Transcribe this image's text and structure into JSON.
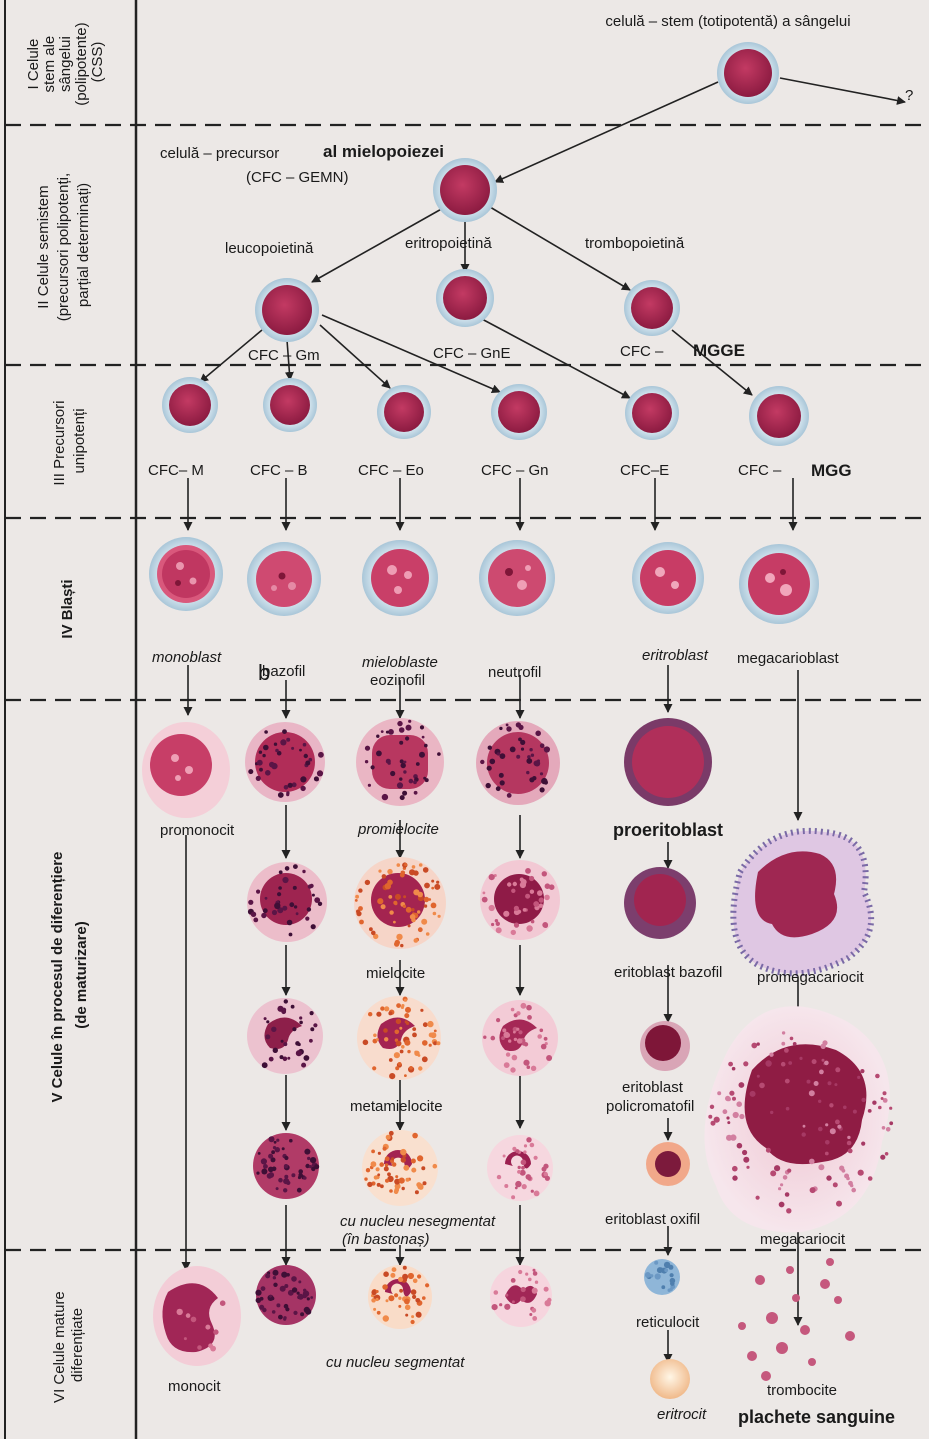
{
  "sections": [
    {
      "id": "I",
      "lines": [
        "I Celule",
        "stem ale",
        "sângelui",
        "(polipotente)",
        "(CSS)"
      ]
    },
    {
      "id": "II",
      "lines": [
        "II Celule semistem",
        "(precursori polipotenți,",
        "parțial determinați)"
      ]
    },
    {
      "id": "III",
      "lines": [
        "III Precursori",
        "unipotenți"
      ]
    },
    {
      "id": "IV",
      "lines": [
        "IV Blaști"
      ]
    },
    {
      "id": "V",
      "lines": [
        "V Celule în procesul de diferențiere",
        "(de maturizare)"
      ]
    },
    {
      "id": "VI",
      "lines": [
        "VI Celule mature",
        "diferențiate"
      ]
    }
  ],
  "labels": {
    "stem": "celulă – stem (totipotentă) a sângelui",
    "precursor_a": "celulă – precursor",
    "precursor_b": "al mielopoiezei",
    "precursor_c": "(CFC – GEMN)",
    "leucopoietina": "leucopoietină",
    "eritropoietina": "eritropoietină",
    "trombopoietina": "trombopoietină",
    "cfc_gm": "CFC – Gm",
    "cfc_gne": "CFC – GnE",
    "cfc_mgge_a": "CFC –",
    "cfc_mgge_b": "MGGE",
    "cfc_m": "CFC– M",
    "cfc_b": "CFC – B",
    "cfc_eo": "CFC – Eo",
    "cfc_gn": "CFC – Gn",
    "cfc_e": "CFC–E",
    "cfc_mgg_a": "CFC –",
    "cfc_mgg_b": "MGG",
    "monoblast": "monoblast",
    "bazofil": "bazofil",
    "mieloblaste_a": "mieloblaste",
    "mieloblaste_b": "eozinofil",
    "neutrofil": "neutrofil",
    "eritroblast": "eritroblast",
    "megacarioblast": "megacarioblast",
    "promonocit": "promonocit",
    "promielocite": "promielocite",
    "proeritoblast": "proeritoblast",
    "mielocite": "mielocite",
    "eritoblast_bazofil": "eritoblast bazofil",
    "promegacariocit": "promegacariocit",
    "metamielocite": "metamielocite",
    "policromatofil_a": "eritoblast",
    "policromatofil_b": "policromatofil",
    "nesegmentat_a": "cu nucleu nesegmentat",
    "nesegmentat_b": "(în bastonaș)",
    "oxifil": "eritoblast oxifil",
    "megacariocit": "megacariocit",
    "monocit": "monocit",
    "segmentat": "cu nucleu segmentat",
    "reticulocit": "reticulocit",
    "eritrocit": "eritrocit",
    "trombocite": "trombocite",
    "plachete": "plachete sanguine",
    "hand_b": "b",
    "hand_q": "?"
  },
  "colors": {
    "cell": "#a8234a",
    "cell_dark": "#7e1638",
    "halo": "#bfd7e5",
    "granule_dark": "#4a1240",
    "granule_orange": "#e0652e",
    "pink_cyto": "#f1c2cf",
    "reticulocit": "#8fb6d8",
    "line": "#222222"
  }
}
